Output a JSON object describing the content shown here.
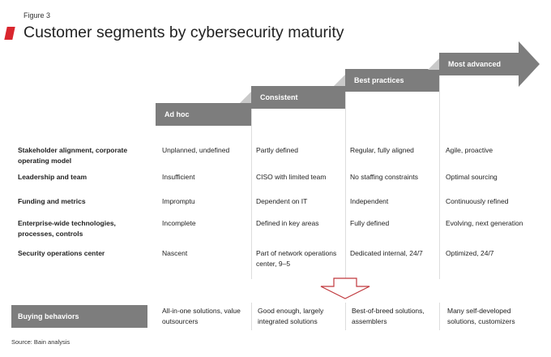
{
  "figure_label": "Figure 3",
  "title": "Customer segments by cybersecurity maturity",
  "stages": [
    "Ad hoc",
    "Consistent",
    "Best practices",
    "Most advanced"
  ],
  "rows": [
    {
      "label": "Stakeholder alignment, corporate operating model",
      "cells": [
        "Unplanned, undefined",
        "Partly defined",
        "Regular, fully aligned",
        "Agile, proactive"
      ]
    },
    {
      "label": "Leadership and team",
      "cells": [
        "Insufficient",
        "CISO with limited team",
        "No staffing constraints",
        "Optimal sourcing"
      ]
    },
    {
      "label": "Funding and metrics",
      "cells": [
        "Impromptu",
        "Dependent on IT",
        "Independent",
        "Continuously refined"
      ]
    },
    {
      "label": "Enterprise-wide technologies, processes, controls",
      "cells": [
        "Incomplete",
        "Defined in key areas",
        "Fully defined",
        "Evolving, next generation"
      ]
    },
    {
      "label": "Security operations center",
      "cells": [
        "Nascent",
        "Part of network operations center, 9–5",
        "Dedicated internal, 24/7",
        "Optimized, 24/7"
      ]
    }
  ],
  "buying": {
    "label": "Buying behaviors",
    "cells": [
      "All-in-one solutions, value outsourcers",
      "Good enough, largely integrated solutions",
      "Best-of-breed solutions, assemblers",
      "Many self-developed solutions, customizers"
    ]
  },
  "source": "Source: Bain analysis",
  "colors": {
    "accent": "#d9262e",
    "step": "#7d7d7d"
  }
}
